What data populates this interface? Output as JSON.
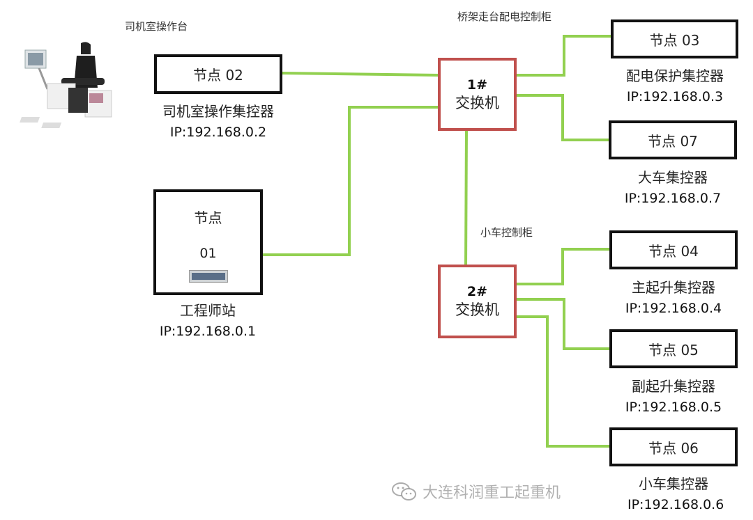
{
  "colors": {
    "wire": "#92d050",
    "switch_border": "#c0504d",
    "node_border": "#111111"
  },
  "labels": {
    "cab_console": "司机室操作台",
    "bridge_cabinet": "桥架走台配电控制柜",
    "trolley_cabinet": "小车控制柜"
  },
  "switches": [
    {
      "id": "1#",
      "label": "交换机"
    },
    {
      "id": "2#",
      "label": "交换机"
    }
  ],
  "nodes": {
    "n01": {
      "title": "节点",
      "num": "01",
      "name": "工程师站",
      "ip": "IP:192.168.0.1"
    },
    "n02": {
      "title": "节点 02",
      "name": "司机室操作集控器",
      "ip": "IP:192.168.0.2"
    },
    "n03": {
      "title": "节点 03",
      "name": "配电保护集控器",
      "ip": "IP:192.168.0.3"
    },
    "n04": {
      "title": "节点 04",
      "name": "主起升集控器",
      "ip": "IP:192.168.0.4"
    },
    "n05": {
      "title": "节点 05",
      "name": "副起升集控器",
      "ip": "IP:192.168.0.5"
    },
    "n06": {
      "title": "节点 06",
      "name": "小车集控器",
      "ip": "IP:192.168.0.6"
    },
    "n07": {
      "title": "节点 07",
      "name": "大车集控器",
      "ip": "IP:192.168.0.7"
    }
  },
  "connections": [
    [
      "节点 02",
      "1#"
    ],
    [
      "节点 01",
      "1#"
    ],
    [
      "1#",
      "节点 03"
    ],
    [
      "1#",
      "节点 07"
    ],
    [
      "1#",
      "2#"
    ],
    [
      "2#",
      "节点 04"
    ],
    [
      "2#",
      "节点 05"
    ],
    [
      "2#",
      "节点 06"
    ]
  ],
  "watermark": {
    "icon": "wechat-icon",
    "text": "大连科润重工起重机"
  }
}
